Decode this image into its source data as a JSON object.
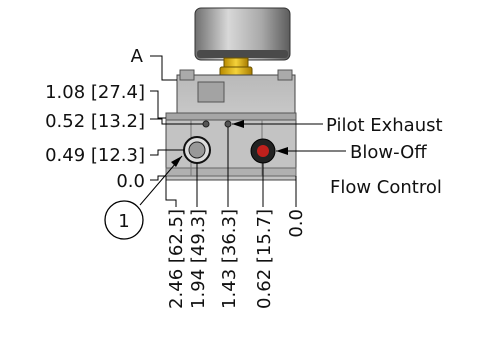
{
  "datum_label": "A",
  "vertical_dims": [
    {
      "value": "1.08 [27.4]"
    },
    {
      "value": "0.52 [13.2]"
    },
    {
      "value": "0.49 [12.3]"
    },
    {
      "value": "0.0"
    }
  ],
  "horizontal_dims": [
    {
      "value": "2.46 [62.5]"
    },
    {
      "value": "1.94 [49.3]"
    },
    {
      "value": "1.43 [36.3]"
    },
    {
      "value": "0.62 [15.7]"
    },
    {
      "value": "0.0"
    }
  ],
  "callouts": {
    "pilot_exhaust": "Pilot Exhaust",
    "blow_off_line1": "Blow-Off",
    "blow_off_line2": "Flow Control"
  },
  "balloon": "1"
}
